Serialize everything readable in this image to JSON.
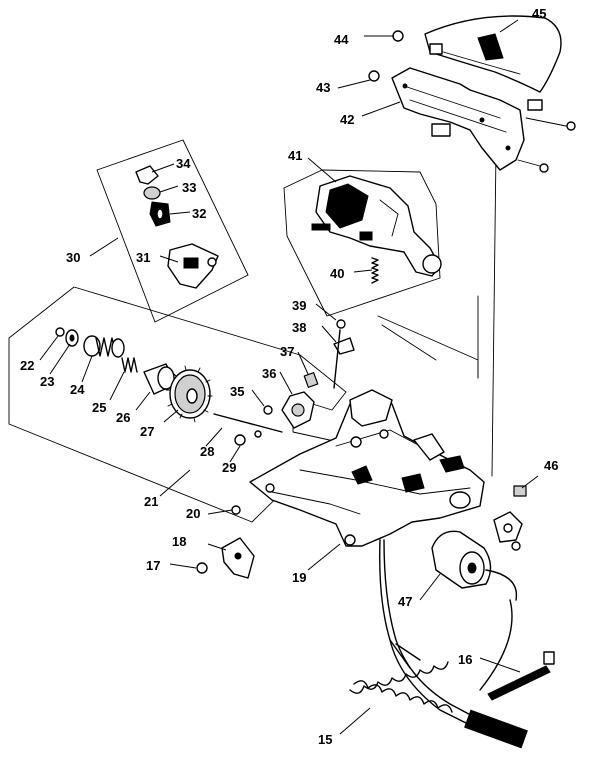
{
  "parts": [
    {
      "id": "p15",
      "number": "15"
    },
    {
      "id": "p16",
      "number": "16"
    },
    {
      "id": "p17",
      "number": "17"
    },
    {
      "id": "p18",
      "number": "18"
    },
    {
      "id": "p19",
      "number": "19"
    },
    {
      "id": "p20",
      "number": "20"
    },
    {
      "id": "p21",
      "number": "21"
    },
    {
      "id": "p22",
      "number": "22"
    },
    {
      "id": "p23",
      "number": "23"
    },
    {
      "id": "p24",
      "number": "24"
    },
    {
      "id": "p25",
      "number": "25"
    },
    {
      "id": "p26",
      "number": "26"
    },
    {
      "id": "p27",
      "number": "27"
    },
    {
      "id": "p28",
      "number": "28"
    },
    {
      "id": "p29",
      "number": "29"
    },
    {
      "id": "p30",
      "number": "30"
    },
    {
      "id": "p31",
      "number": "31"
    },
    {
      "id": "p32",
      "number": "32"
    },
    {
      "id": "p33",
      "number": "33"
    },
    {
      "id": "p34",
      "number": "34"
    },
    {
      "id": "p35",
      "number": "35"
    },
    {
      "id": "p36",
      "number": "36"
    },
    {
      "id": "p37",
      "number": "37"
    },
    {
      "id": "p38",
      "number": "38"
    },
    {
      "id": "p39",
      "number": "39"
    },
    {
      "id": "p40",
      "number": "40"
    },
    {
      "id": "p41",
      "number": "41"
    },
    {
      "id": "p42",
      "number": "42"
    },
    {
      "id": "p43",
      "number": "43"
    },
    {
      "id": "p44",
      "number": "44"
    },
    {
      "id": "p45",
      "number": "45"
    },
    {
      "id": "p46",
      "number": "46"
    },
    {
      "id": "p47",
      "number": "47"
    }
  ]
}
